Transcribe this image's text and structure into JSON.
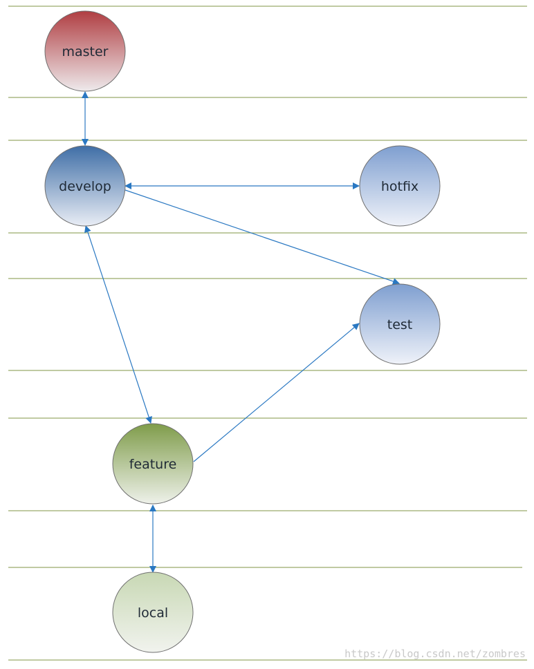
{
  "nodes": {
    "master": {
      "label": "master"
    },
    "develop": {
      "label": "develop"
    },
    "hotfix": {
      "label": "hotfix"
    },
    "test": {
      "label": "test"
    },
    "feature": {
      "label": "feature"
    },
    "local": {
      "label": "local"
    }
  },
  "edges": [
    {
      "from": "master",
      "to": "develop",
      "direction": "both"
    },
    {
      "from": "develop",
      "to": "hotfix",
      "direction": "both"
    },
    {
      "from": "develop",
      "to": "test",
      "direction": "to"
    },
    {
      "from": "develop",
      "to": "feature",
      "direction": "both"
    },
    {
      "from": "feature",
      "to": "test",
      "direction": "to"
    },
    {
      "from": "feature",
      "to": "local",
      "direction": "both"
    }
  ],
  "colors": {
    "master": [
      "#b03e42",
      "#eeeaec"
    ],
    "develop": [
      "#3f6ea6",
      "#e9edf5"
    ],
    "hotfix": [
      "#7f9fd0",
      "#eff2f9"
    ],
    "test": [
      "#7f9fd0",
      "#eff2f9"
    ],
    "feature": [
      "#7f9c4a",
      "#eef1ea"
    ],
    "local": [
      "#c8d8b4",
      "#f1f3ee"
    ],
    "edge": "#2a78c2",
    "lane": "#9aab6a"
  },
  "watermark": "https://blog.csdn.net/zombres"
}
